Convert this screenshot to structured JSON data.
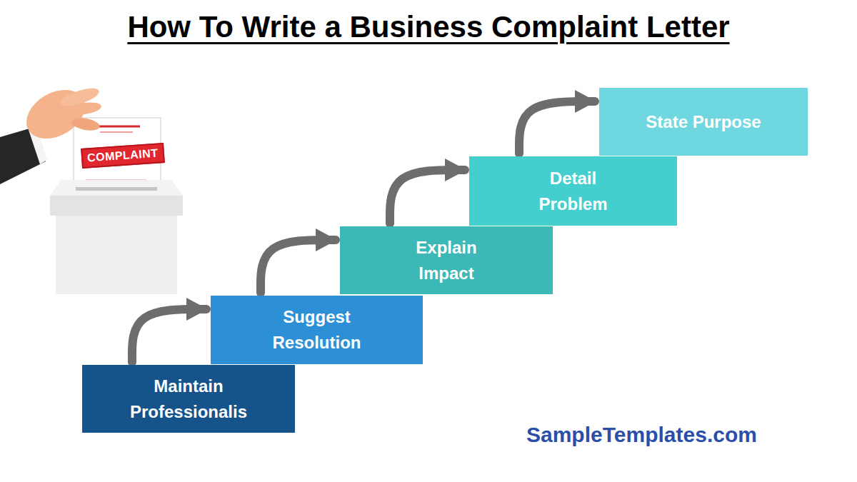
{
  "diagram": {
    "title": "How To Write a Business Complaint Letter",
    "nodes": [
      {
        "text": [
          "Maintain Professionalis"
        ]
      },
      {
        "text": [
          "Suggest Resolution"
        ]
      },
      {
        "text": [
          "Explain Impact"
        ]
      },
      {
        "text": [
          "Detail Problem"
        ]
      },
      {
        "text": [
          "State Purpose"
        ]
      }
    ],
    "edges": [
      {
        "from": 0,
        "to": 1,
        "arrow": "to"
      },
      {
        "from": 1,
        "to": 2,
        "arrow": "to"
      },
      {
        "from": 2,
        "to": 3,
        "arrow": "to"
      },
      {
        "from": 3,
        "to": 4,
        "arrow": "to"
      }
    ],
    "labels": [
      "COMPLAINT",
      "SampleTemplates.com"
    ]
  }
}
